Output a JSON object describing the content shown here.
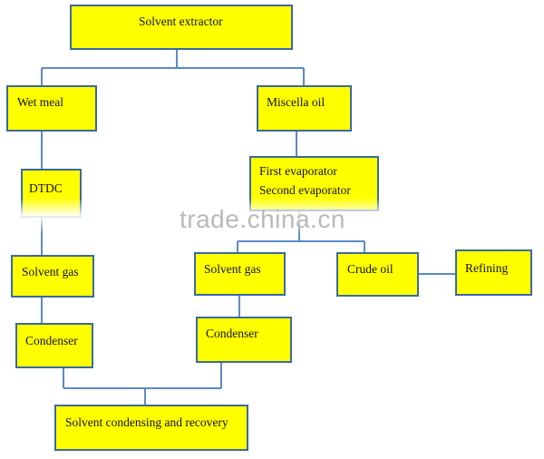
{
  "diagram": {
    "nodes": {
      "solvent_extractor": "Solvent extractor",
      "wet_meal": "Wet meal",
      "miscella_oil": "Miscella oil",
      "dtdc": "DTDC",
      "evaporator_first": "First evaporator",
      "evaporator_second": "Second evaporator",
      "solvent_gas_left": "Solvent gas",
      "solvent_gas_right": "Solvent gas",
      "crude_oil": "Crude oil",
      "refining": "Refining",
      "condenser_left": "Condenser",
      "condenser_right": "Condenser",
      "solvent_recovery": "Solvent condensing and recovery"
    },
    "edges": [
      [
        "Solvent extractor",
        "Wet meal"
      ],
      [
        "Solvent extractor",
        "Miscella oil"
      ],
      [
        "Wet meal",
        "DTDC"
      ],
      [
        "DTDC",
        "Solvent gas"
      ],
      [
        "Solvent gas",
        "Condenser"
      ],
      [
        "Miscella oil",
        "First evaporator / Second evaporator"
      ],
      [
        "First evaporator / Second evaporator",
        "Solvent gas"
      ],
      [
        "First evaporator / Second evaporator",
        "Crude oil"
      ],
      [
        "Crude oil",
        "Refining"
      ],
      [
        "Solvent gas",
        "Condenser"
      ],
      [
        "Condenser",
        "Solvent condensing and recovery"
      ],
      [
        "Condenser",
        "Solvent condensing and recovery"
      ]
    ],
    "colors": {
      "box_fill": "#ffff00",
      "box_border": "#3a6aa0",
      "connector": "#5b8ac8"
    }
  },
  "watermark": "trade.china.cn"
}
